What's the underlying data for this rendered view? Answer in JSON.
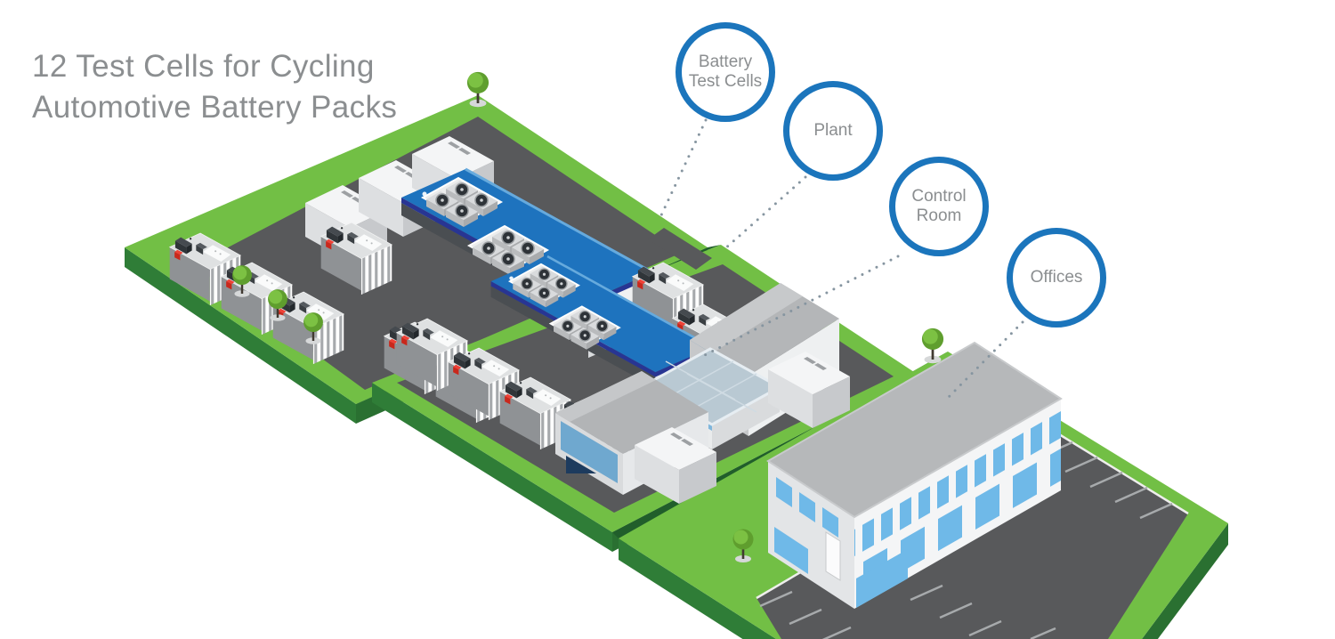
{
  "title": {
    "line1": "12 Test Cells for Cycling",
    "line2": "Automotive Battery Packs"
  },
  "callouts": [
    {
      "id": "battery-test-cells",
      "label": "Battery Test Cells"
    },
    {
      "id": "plant",
      "label": "Plant"
    },
    {
      "id": "control-room",
      "label": "Control Room"
    },
    {
      "id": "offices",
      "label": "Offices"
    }
  ],
  "colors": {
    "accent_blue": "#1b75bc",
    "roof_blue": "#1e73be",
    "roof_blue_edge_dark": "#283593",
    "grass_green": "#72bf45",
    "grass_side_green": "#2e7d36",
    "asphalt": "#58595b",
    "building_gray": "#b6b8ba",
    "window_blue": "#6fb9e8",
    "text_gray": "#8b8e90",
    "leader_dot": "#8695a0"
  }
}
